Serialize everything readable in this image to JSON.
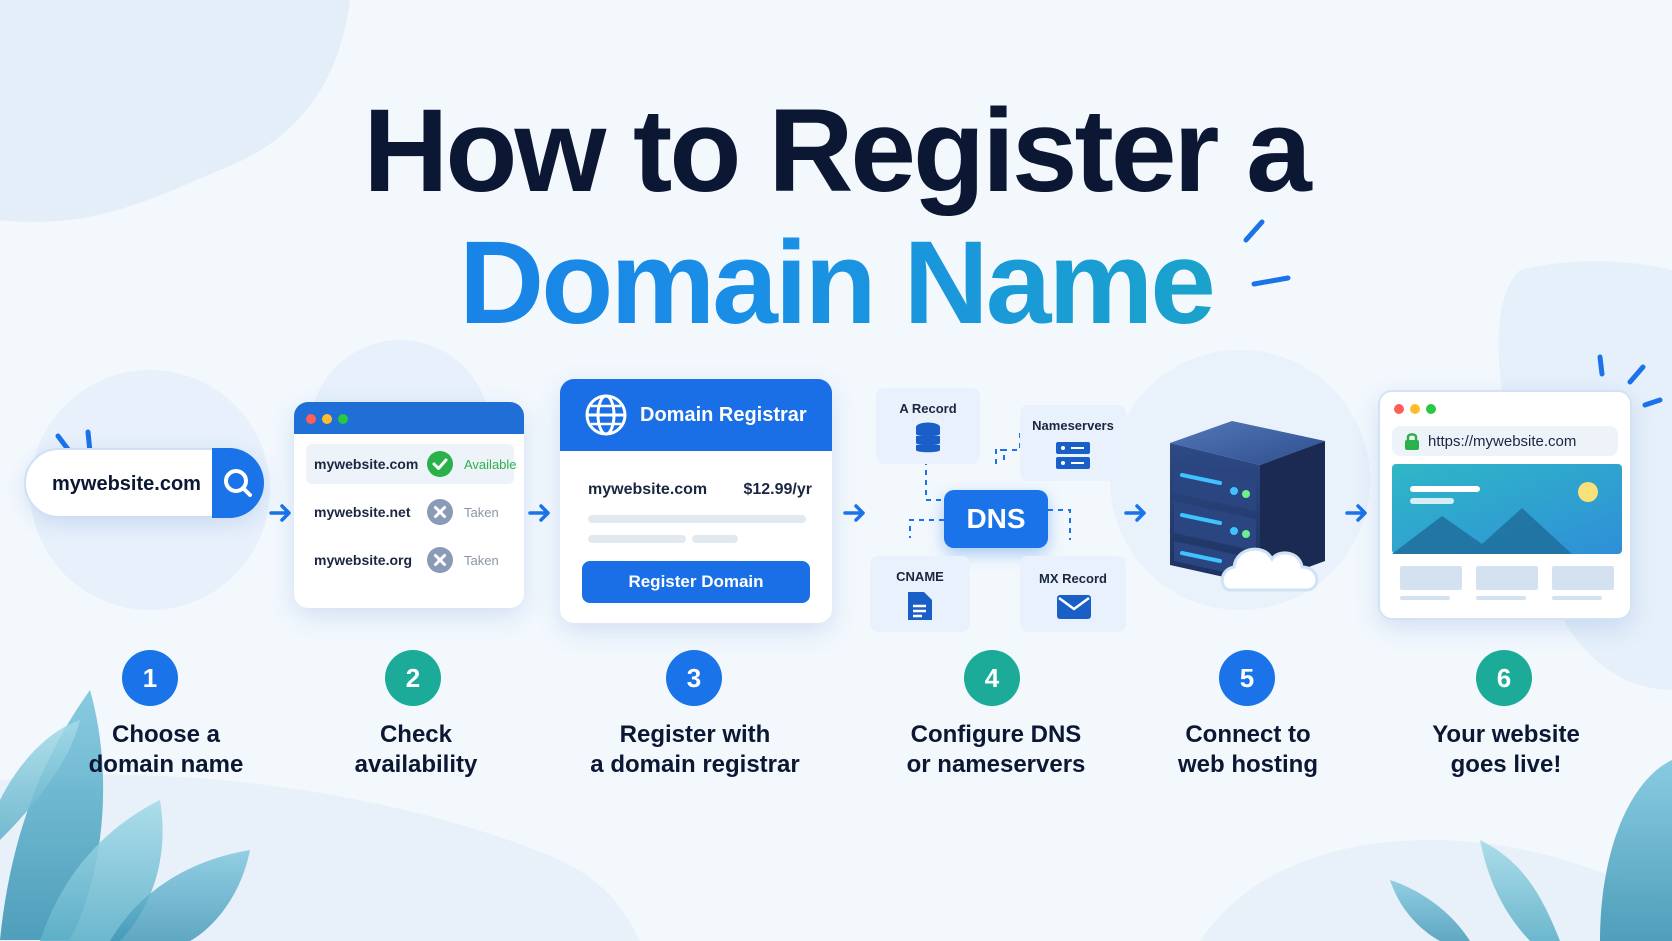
{
  "title": {
    "line1": "How to Register a",
    "line2": "Domain Name"
  },
  "colors": {
    "primary": "#1a73e8",
    "teal": "#1bb59a",
    "dark": "#0c1733",
    "available": "#2bb14a",
    "taken": "#8a93a6"
  },
  "step1": {
    "domain": "mywebsite.com",
    "icon": "search-icon"
  },
  "step2": {
    "rows": [
      {
        "domain": "mywebsite.com",
        "status": "Available"
      },
      {
        "domain": "mywebsite.net",
        "status": "Taken"
      },
      {
        "domain": "mywebsite.org",
        "status": "Taken"
      }
    ]
  },
  "step3": {
    "header": "Domain Registrar",
    "domain": "mywebsite.com",
    "price": "$12.99/yr",
    "button": "Register Domain",
    "icon": "globe-icon"
  },
  "step4": {
    "center": "DNS",
    "a_record": "A Record",
    "nameservers": "Nameservers",
    "cname": "CNAME",
    "mx_record": "MX Record"
  },
  "step5": {
    "icon": "server-icon"
  },
  "step6": {
    "url": "https://mywebsite.com",
    "icon": "lock-icon"
  },
  "steps": [
    {
      "number": "1",
      "line1": "Choose a",
      "line2": "domain name"
    },
    {
      "number": "2",
      "line1": "Check",
      "line2": "availability"
    },
    {
      "number": "3",
      "line1": "Register with",
      "line2": "a domain registrar"
    },
    {
      "number": "4",
      "line1": "Configure DNS",
      "line2": "or nameservers"
    },
    {
      "number": "5",
      "line1": "Connect to",
      "line2": "web hosting"
    },
    {
      "number": "6",
      "line1": "Your website",
      "line2": "goes live!"
    }
  ]
}
